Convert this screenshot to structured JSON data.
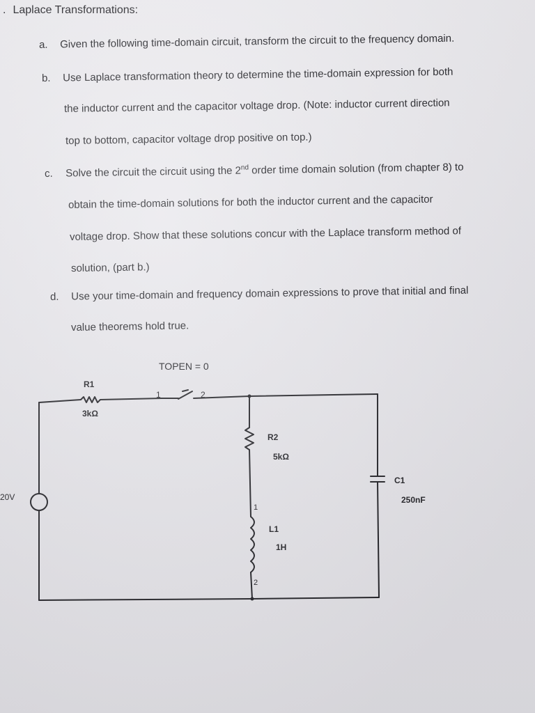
{
  "header": {
    "bullet": ".",
    "title": "Laplace Transformations:"
  },
  "questions": [
    {
      "letter": "a.",
      "lines": [
        "Given the following time-domain circuit, transform the circuit to the frequency domain."
      ]
    },
    {
      "letter": "b.",
      "lines": [
        "Use Laplace transformation theory to determine the time-domain expression for both",
        "the inductor current and the capacitor voltage drop. (Note: inductor current direction",
        "top to bottom, capacitor voltage drop positive on top.)"
      ]
    },
    {
      "letter": "c.",
      "line1_before": "Solve the circuit the circuit using the 2",
      "line1_sup": "nd",
      "line1_after": " order time domain solution (from chapter 8) to",
      "lines": [
        "obtain the time-domain solutions for both the inductor current and the capacitor",
        "voltage drop. Show that these solutions concur with the Laplace transform method of",
        "solution, (part b.)"
      ]
    },
    {
      "letter": "d.",
      "lines": [
        "Use your time-domain and frequency domain expressions to prove that initial and final",
        "value theorems hold true."
      ]
    }
  ],
  "circuit": {
    "switch_label": "TOPEN = 0",
    "switch_pin1": "1",
    "switch_pin2": "2",
    "r1_name": "R1",
    "r1_value": "3kΩ",
    "r2_name": "R2",
    "r2_value": "5kΩ",
    "l1_name": "L1",
    "l1_value": "1H",
    "l1_pin1": "1",
    "l1_pin2": "2",
    "c1_name": "C1",
    "c1_value": "250nF",
    "source_value": "20V"
  }
}
